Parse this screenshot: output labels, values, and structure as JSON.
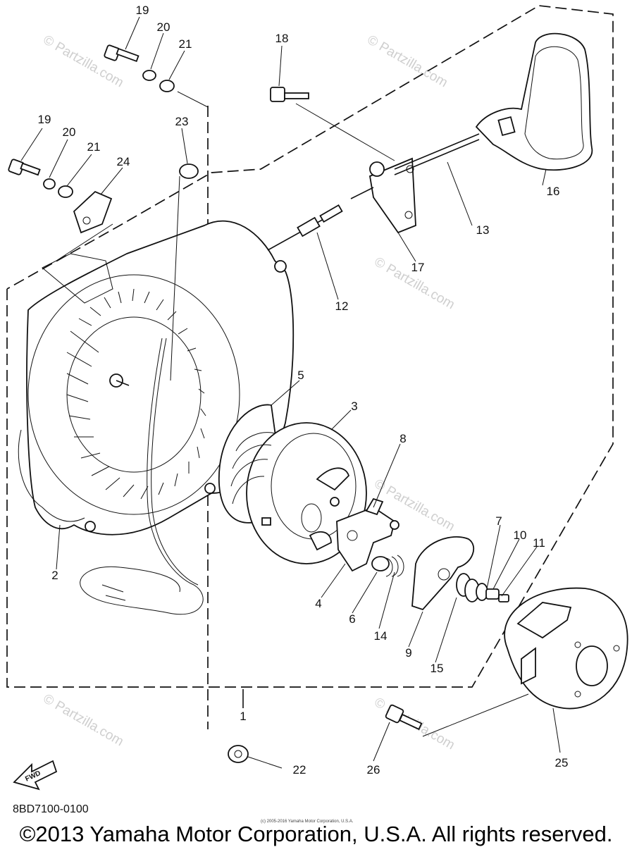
{
  "watermark": "© Partzilla.com",
  "fwd_label": "FWD",
  "diagram_code": "8BD7100-0100",
  "tiny_copyright": "(c) 2005-2016 Yamaha Motor Corporation, U.S.A.",
  "copyright": "©2013 Yamaha Motor Corporation, U.S.A. All rights reserved.",
  "callouts": [
    "1",
    "2",
    "3",
    "4",
    "5",
    "6",
    "7",
    "8",
    "9",
    "10",
    "11",
    "12",
    "13",
    "14",
    "15",
    "16",
    "17",
    "18",
    "19",
    "19",
    "20",
    "20",
    "21",
    "21",
    "22",
    "23",
    "24",
    "25",
    "26"
  ]
}
